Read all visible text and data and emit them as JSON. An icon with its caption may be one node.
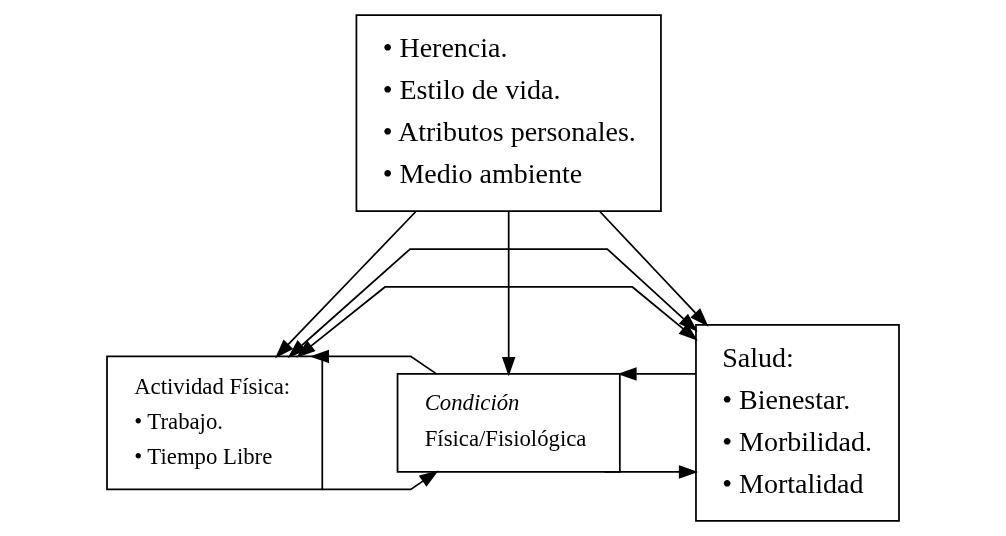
{
  "diagram": {
    "nodes": [
      {
        "text": [
          "Actividad Física:",
          "• Trabajo.",
          "• Tiempo Libre"
        ]
      },
      {
        "text": [
          "Condición",
          "Física/Fisiológica"
        ]
      },
      {
        "text": [
          "Salud:",
          "• Bienestar.",
          "• Morbilidad.",
          "• Mortalidad"
        ]
      },
      {
        "text": [
          "• Herencia.",
          "• Estilo de vida.",
          "• Atributos personales.",
          "• Medio ambiente"
        ]
      }
    ],
    "edges": [
      {
        "from": 0,
        "to": 2,
        "arrow": "both"
      },
      {
        "from": 0,
        "to": 1,
        "arrow": "to"
      },
      {
        "from": 1,
        "to": 0,
        "arrow": "to"
      },
      {
        "from": 1,
        "to": 2,
        "arrow": "to"
      },
      {
        "from": 2,
        "to": 1,
        "arrow": "to"
      },
      {
        "from": 3,
        "to": 0,
        "arrow": "to"
      },
      {
        "from": 0,
        "to": 2,
        "arrow": "both"
      },
      {
        "from": 3,
        "to": 1,
        "arrow": "to"
      },
      {
        "from": 3,
        "to": 2,
        "arrow": "to"
      }
    ]
  }
}
